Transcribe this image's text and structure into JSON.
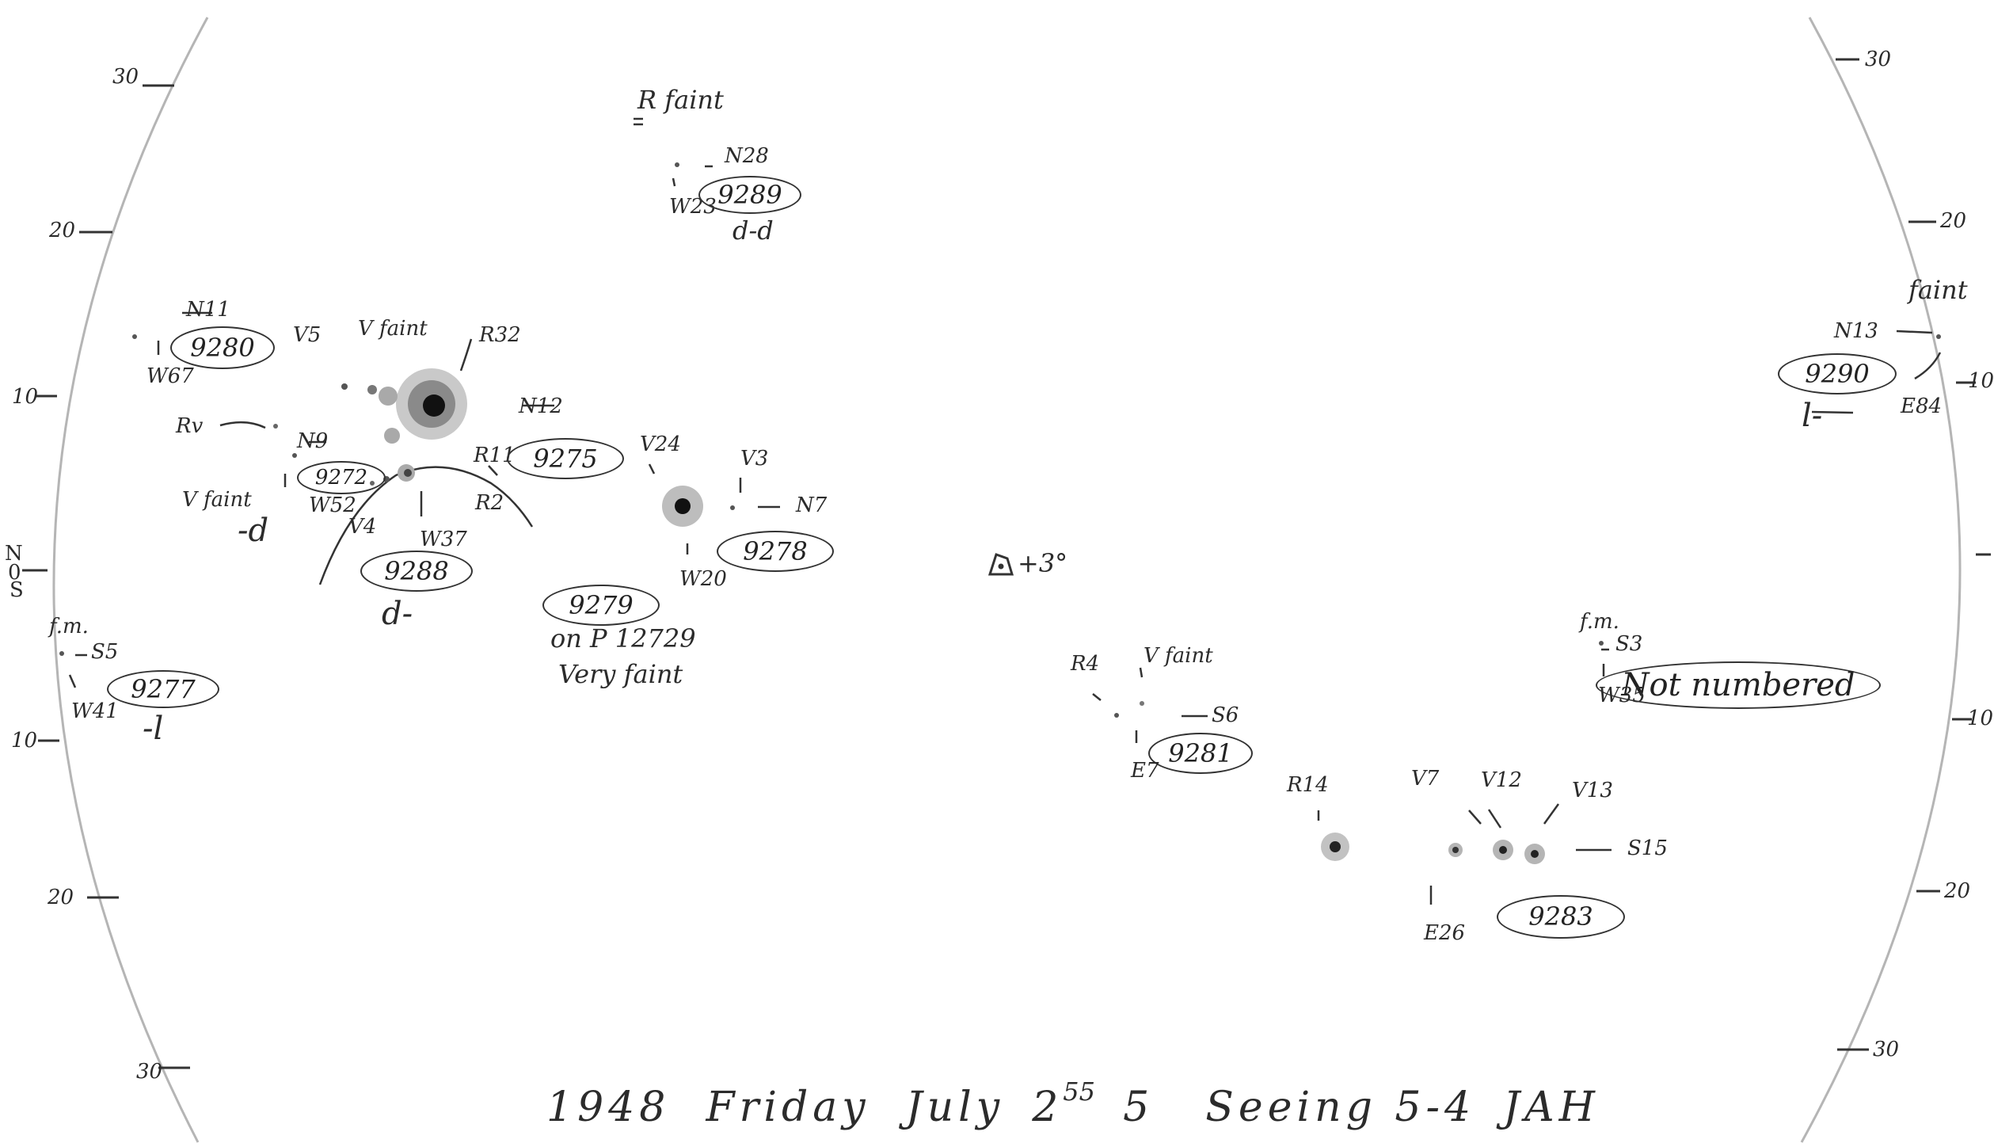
{
  "colors": {
    "ink": "#2b2b2b",
    "limb": "#b5b5b5",
    "spot_core": "#111111",
    "penumbra": "#8a8a8a"
  },
  "scale": {
    "left_ticks": [
      "30",
      "20",
      "10",
      "N",
      "0",
      "S",
      "10",
      "20",
      "30"
    ],
    "right_ticks": [
      "30",
      "20",
      "10",
      "10",
      "20",
      "30"
    ]
  },
  "groups": {
    "g9289": {
      "number": "9289",
      "pos": "N28",
      "long": "W23",
      "note": "R faint",
      "class": "d-d"
    },
    "g9280": {
      "number": "9280",
      "pos": "N11",
      "long": "W67"
    },
    "g9275": {
      "number": "9275",
      "pos": "N12",
      "v1": "V5",
      "v2": "V faint",
      "r": "R32",
      "r2": "R11"
    },
    "g9272": {
      "number": "9272",
      "pos": "N9",
      "long": "W52",
      "r": "Rv",
      "v": "V faint",
      "class": "-d"
    },
    "g9288": {
      "number": "9288",
      "long": "W37",
      "v": "V4",
      "r": "R2",
      "class": "d-"
    },
    "g9278": {
      "number": "9278",
      "pos": "N7",
      "long": "W20",
      "v1": "V24",
      "v2": "V3"
    },
    "g9279": {
      "number": "9279",
      "note1": "on P 12729",
      "note2": "Very faint"
    },
    "g9277": {
      "number": "9277",
      "pos": "S5",
      "long": "W41",
      "fm": "f.m.",
      "class": "-l"
    },
    "g9290": {
      "number": "9290",
      "pos": "N13",
      "long": "E84",
      "note": "faint",
      "class": "l-"
    },
    "g9281": {
      "number": "9281",
      "pos": "S6",
      "long": "E7",
      "r": "R4",
      "v": "V faint"
    },
    "g9283": {
      "number": "9283",
      "pos": "S15",
      "long": "E26",
      "r": "R14",
      "v1": "V7",
      "v2": "V12",
      "v3": "V13"
    },
    "unnumbered": {
      "label": "Not numbered",
      "pos": "S3",
      "long": "W35",
      "fm": "f.m."
    }
  },
  "center_mark": "+3°",
  "footer": {
    "year": "1948",
    "day": "Friday",
    "month": "July",
    "day_num": "2",
    "time_sup": "55",
    "time_rest": "5",
    "seeing": "Seeing 5-4",
    "initials": "JAH"
  }
}
